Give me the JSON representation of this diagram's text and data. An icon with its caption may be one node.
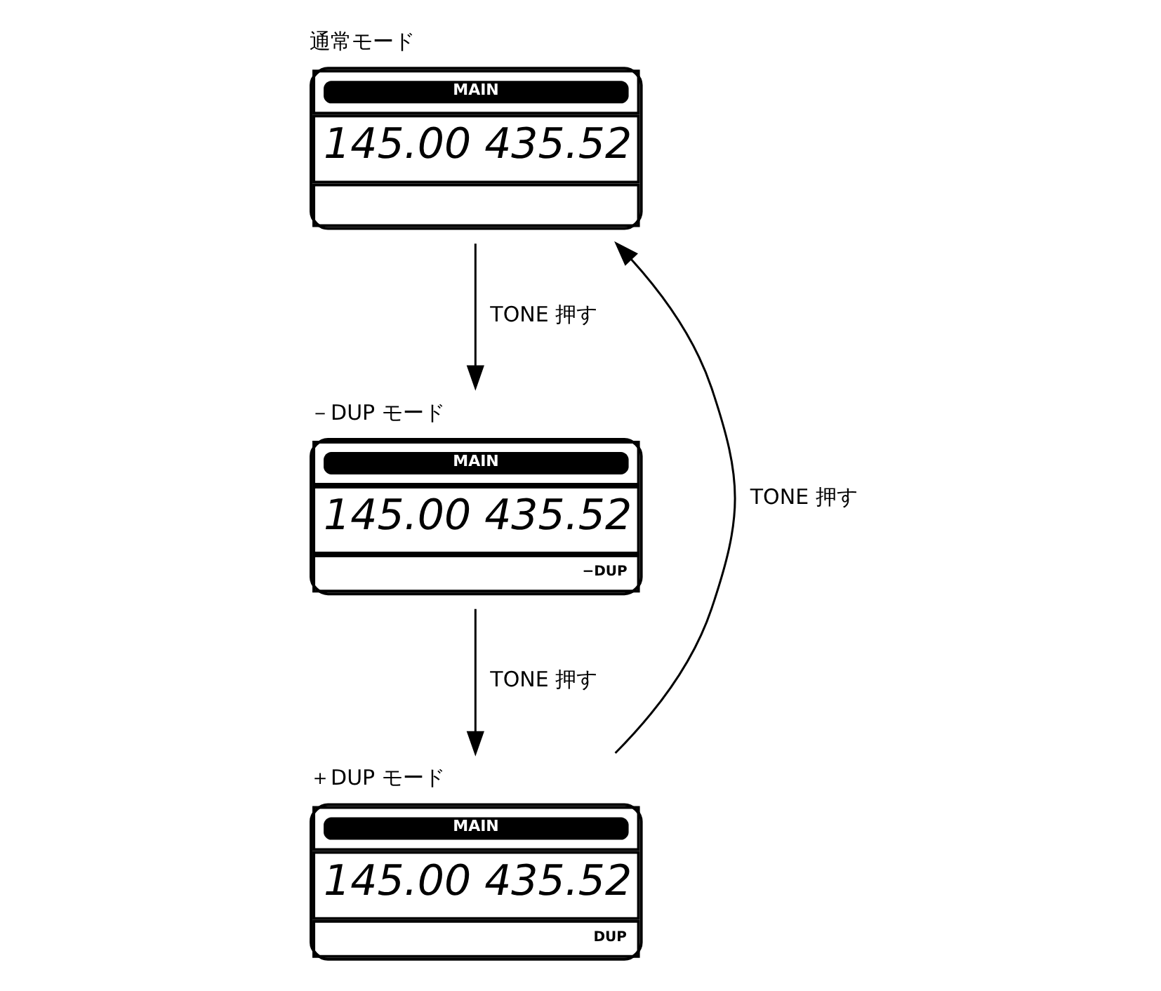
{
  "diagram": {
    "nodes": [
      {
        "text": [
          "通常モード",
          "MAIN",
          "145.00 435.52"
        ]
      },
      {
        "text": [
          "－DUP モード",
          "MAIN",
          "145.00 435.52",
          "−DUP"
        ]
      },
      {
        "text": [
          "＋DUP モード",
          "MAIN",
          "145.00 435.52",
          "DUP"
        ]
      }
    ],
    "edges": [
      {
        "from": 0,
        "to": 1,
        "arrow": "to",
        "label": "TONE 押す"
      },
      {
        "from": 1,
        "to": 2,
        "arrow": "to",
        "label": "TONE 押す"
      },
      {
        "from": 2,
        "to": 0,
        "arrow": "to",
        "label": "TONE 押す"
      }
    ]
  }
}
